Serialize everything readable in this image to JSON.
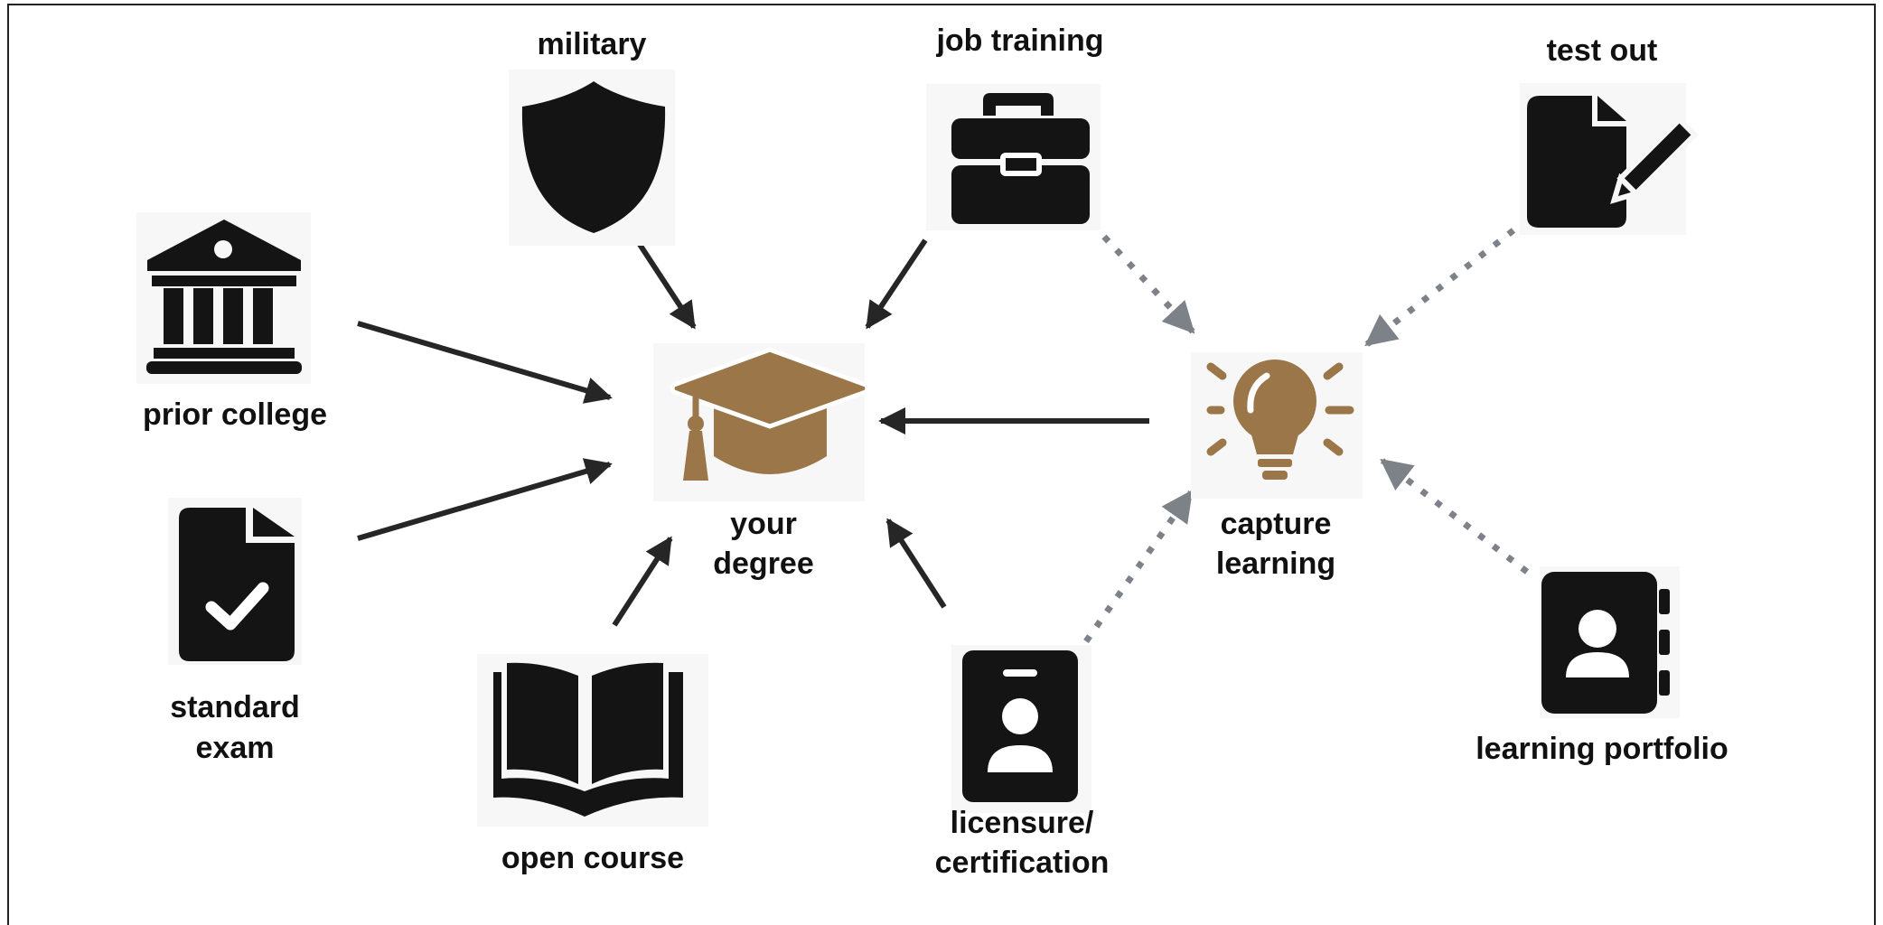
{
  "colors": {
    "icon": "#141414",
    "accent": "#9a7649",
    "solid_arrow": "#262626",
    "dotted_arrow": "#7d8288",
    "icon_bg": "#f7f7f7"
  },
  "center": {
    "label_line1": "your",
    "label_line2": "degree",
    "icon": "graduation-cap-icon"
  },
  "hub": {
    "label_line1": "capture",
    "label_line2": "learning",
    "icon": "lightbulb-icon"
  },
  "sources": {
    "military": {
      "label": "military",
      "icon": "shield-icon"
    },
    "job_training": {
      "label": "job training",
      "icon": "briefcase-icon"
    },
    "test_out": {
      "label": "test out",
      "icon": "document-edit-icon"
    },
    "prior_college": {
      "label": "prior college",
      "icon": "institution-icon"
    },
    "standard_exam": {
      "label_line1": "standard",
      "label_line2": "exam",
      "icon": "document-check-icon"
    },
    "open_course": {
      "label": "open course",
      "icon": "open-book-icon"
    },
    "licensure": {
      "label_line1": "licensure/",
      "label_line2": "certification",
      "icon": "id-badge-icon"
    },
    "learning_portfolio": {
      "label": "learning portfolio",
      "icon": "address-book-icon"
    }
  },
  "edges": [
    {
      "from": "military",
      "to": "your degree",
      "style": "solid"
    },
    {
      "from": "job training",
      "to": "your degree",
      "style": "solid"
    },
    {
      "from": "prior college",
      "to": "your degree",
      "style": "solid"
    },
    {
      "from": "standard exam",
      "to": "your degree",
      "style": "solid"
    },
    {
      "from": "open course",
      "to": "your degree",
      "style": "solid"
    },
    {
      "from": "licensure/certification",
      "to": "your degree",
      "style": "solid"
    },
    {
      "from": "capture learning",
      "to": "your degree",
      "style": "solid"
    },
    {
      "from": "job training",
      "to": "capture learning",
      "style": "dotted"
    },
    {
      "from": "test out",
      "to": "capture learning",
      "style": "dotted"
    },
    {
      "from": "licensure/certification",
      "to": "capture learning",
      "style": "dotted"
    },
    {
      "from": "learning portfolio",
      "to": "capture learning",
      "style": "dotted"
    }
  ]
}
